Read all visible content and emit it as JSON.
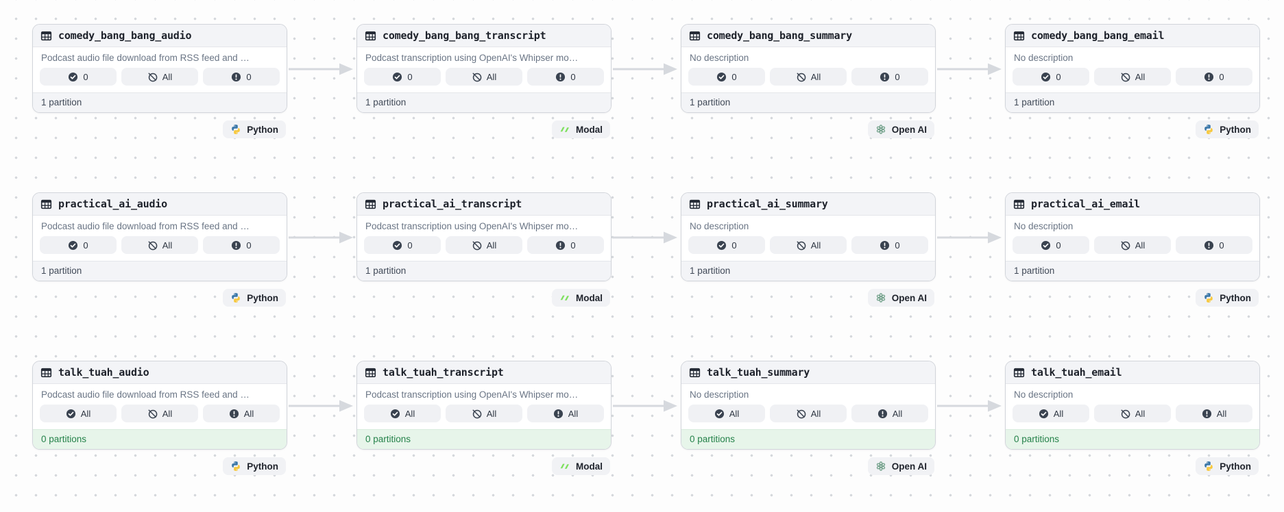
{
  "rows": [
    {
      "cards": [
        {
          "title": "comedy_bang_bang_audio",
          "description": "Podcast audio file download from RSS feed and …",
          "checks": [
            {
              "icon": "check-circle-icon",
              "value": "0"
            },
            {
              "icon": "slash-circle-icon",
              "value": "All"
            },
            {
              "icon": "alert-circle-icon",
              "value": "0"
            }
          ],
          "footer": "1 partition",
          "footer_state": "default",
          "tag": "Python"
        },
        {
          "title": "comedy_bang_bang_transcript",
          "description": "Podcast transcription using OpenAI's Whipser mo…",
          "checks": [
            {
              "icon": "check-circle-icon",
              "value": "0"
            },
            {
              "icon": "slash-circle-icon",
              "value": "All"
            },
            {
              "icon": "alert-circle-icon",
              "value": "0"
            }
          ],
          "footer": "1 partition",
          "footer_state": "default",
          "tag": "Modal"
        },
        {
          "title": "comedy_bang_bang_summary",
          "description": "No description",
          "checks": [
            {
              "icon": "check-circle-icon",
              "value": "0"
            },
            {
              "icon": "slash-circle-icon",
              "value": "All"
            },
            {
              "icon": "alert-circle-icon",
              "value": "0"
            }
          ],
          "footer": "1 partition",
          "footer_state": "default",
          "tag": "Open AI"
        },
        {
          "title": "comedy_bang_bang_email",
          "description": "No description",
          "checks": [
            {
              "icon": "check-circle-icon",
              "value": "0"
            },
            {
              "icon": "slash-circle-icon",
              "value": "All"
            },
            {
              "icon": "alert-circle-icon",
              "value": "0"
            }
          ],
          "footer": "1 partition",
          "footer_state": "default",
          "tag": "Python"
        }
      ]
    },
    {
      "cards": [
        {
          "title": "practical_ai_audio",
          "description": "Podcast audio file download from RSS feed and …",
          "checks": [
            {
              "icon": "check-circle-icon",
              "value": "0"
            },
            {
              "icon": "slash-circle-icon",
              "value": "All"
            },
            {
              "icon": "alert-circle-icon",
              "value": "0"
            }
          ],
          "footer": "1 partition",
          "footer_state": "default",
          "tag": "Python"
        },
        {
          "title": "practical_ai_transcript",
          "description": "Podcast transcription using OpenAI's Whipser mo…",
          "checks": [
            {
              "icon": "check-circle-icon",
              "value": "0"
            },
            {
              "icon": "slash-circle-icon",
              "value": "All"
            },
            {
              "icon": "alert-circle-icon",
              "value": "0"
            }
          ],
          "footer": "1 partition",
          "footer_state": "default",
          "tag": "Modal"
        },
        {
          "title": "practical_ai_summary",
          "description": "No description",
          "checks": [
            {
              "icon": "check-circle-icon",
              "value": "0"
            },
            {
              "icon": "slash-circle-icon",
              "value": "All"
            },
            {
              "icon": "alert-circle-icon",
              "value": "0"
            }
          ],
          "footer": "1 partition",
          "footer_state": "default",
          "tag": "Open AI"
        },
        {
          "title": "practical_ai_email",
          "description": "No description",
          "checks": [
            {
              "icon": "check-circle-icon",
              "value": "0"
            },
            {
              "icon": "slash-circle-icon",
              "value": "All"
            },
            {
              "icon": "alert-circle-icon",
              "value": "0"
            }
          ],
          "footer": "1 partition",
          "footer_state": "default",
          "tag": "Python"
        }
      ]
    },
    {
      "cards": [
        {
          "title": "talk_tuah_audio",
          "description": "Podcast audio file download from RSS feed and …",
          "checks": [
            {
              "icon": "check-circle-icon",
              "value": "All"
            },
            {
              "icon": "slash-circle-icon",
              "value": "All"
            },
            {
              "icon": "alert-circle-icon",
              "value": "All"
            }
          ],
          "footer": "0 partitions",
          "footer_state": "success",
          "tag": "Python"
        },
        {
          "title": "talk_tuah_transcript",
          "description": "Podcast transcription using OpenAI's Whipser mo…",
          "checks": [
            {
              "icon": "check-circle-icon",
              "value": "All"
            },
            {
              "icon": "slash-circle-icon",
              "value": "All"
            },
            {
              "icon": "alert-circle-icon",
              "value": "All"
            }
          ],
          "footer": "0 partitions",
          "footer_state": "success",
          "tag": "Modal"
        },
        {
          "title": "talk_tuah_summary",
          "description": "No description",
          "checks": [
            {
              "icon": "check-circle-icon",
              "value": "All"
            },
            {
              "icon": "slash-circle-icon",
              "value": "All"
            },
            {
              "icon": "alert-circle-icon",
              "value": "All"
            }
          ],
          "footer": "0 partitions",
          "footer_state": "success",
          "tag": "Open AI"
        },
        {
          "title": "talk_tuah_email",
          "description": "No description",
          "checks": [
            {
              "icon": "check-circle-icon",
              "value": "All"
            },
            {
              "icon": "slash-circle-icon",
              "value": "All"
            },
            {
              "icon": "alert-circle-icon",
              "value": "All"
            }
          ],
          "footer": "0 partitions",
          "footer_state": "success",
          "tag": "Python"
        }
      ]
    }
  ],
  "icons": {
    "asset_type": "table-icon",
    "check_badges": [
      "check-circle-icon",
      "slash-circle-icon",
      "alert-circle-icon"
    ],
    "tag_icons": {
      "Python": "python-icon",
      "Modal": "modal-icon",
      "Open AI": "openai-icon"
    }
  },
  "colors": {
    "icon_dark": "#3a4350",
    "python_blue": "#3b77a8",
    "python_yellow": "#f7c83c",
    "modal_green": "#7ee05e",
    "openai_green": "#74a28c",
    "footer_success_bg": "#e7f5ea",
    "footer_success_text": "#25824a",
    "edge_gray": "#d6d9de"
  }
}
